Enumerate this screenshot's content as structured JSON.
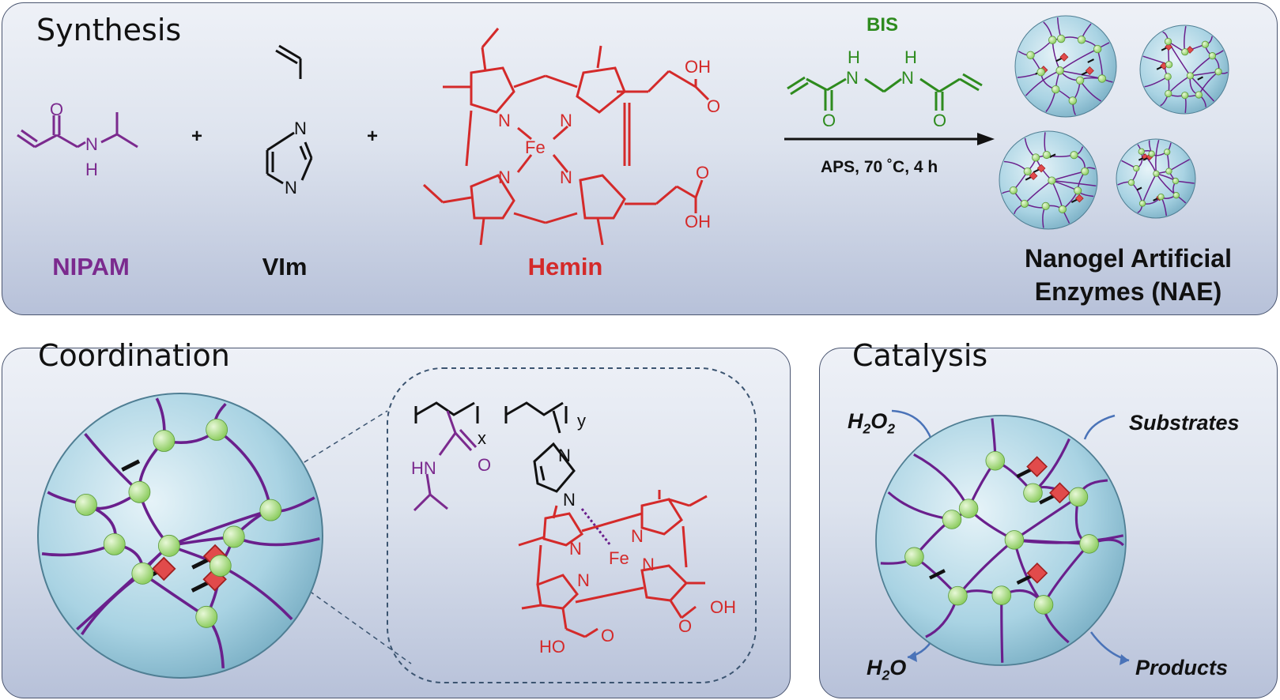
{
  "synthesis": {
    "title": "Synthesis",
    "monomers": {
      "nipam": "NIPAM",
      "vim": "VIm",
      "hemin": "Hemin"
    },
    "plus": "+",
    "crosslinker": "BIS",
    "conditions": "APS, 70 ˚C, 4 h",
    "product_line1": "Nanogel Artificial",
    "product_line2": "Enzymes (NAE)"
  },
  "coordination": {
    "title": "Coordination",
    "subscript_x": "x",
    "subscript_y": "y"
  },
  "catalysis": {
    "title": "Catalysis",
    "h2o2": "H2O2",
    "substrates": "Substrates",
    "h2o": "H2O",
    "products": "Products"
  },
  "atoms": {
    "O": "O",
    "N": "N",
    "H": "H",
    "Fe": "Fe",
    "OH": "OH",
    "HO": "HO",
    "HN": "HN"
  },
  "colors": {
    "nipam": "#7b2a8e",
    "hemin": "#d42a2a",
    "bis": "#2e8b1e",
    "polymer_chain": "#6a1f8c",
    "crosslink_node": "#8fce63",
    "heme_diamond": "#e14b4b",
    "gel_sphere": "#a9d3e3",
    "panel_border": "#4a5570"
  },
  "icons": [
    "arrow-right-icon",
    "nanogel-sphere-icon",
    "curved-arrow-icon"
  ]
}
